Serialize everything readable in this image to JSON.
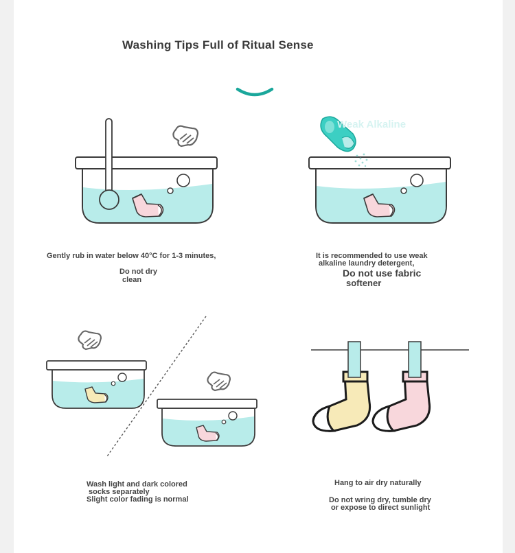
{
  "page": {
    "title": "Washing Tips Full of Ritual Sense"
  },
  "colors": {
    "water": "#b8ecea",
    "teal": "#1aa79b",
    "pink_sock": "#f8d7dc",
    "yellow_sock": "#f7eab8",
    "outline": "#3a3a3a"
  },
  "icons": [
    "hand-icon",
    "thermometer-icon",
    "detergent-cap-icon",
    "bubble-icon",
    "sock-icon",
    "clothespin-icon"
  ],
  "panels": {
    "temp": {
      "line1": "Gently rub in water below 40°C for 1-3 minutes,",
      "line2a": "Do not dry",
      "line2b": "clean"
    },
    "detergent": {
      "cap_label": "Weak Alkaline",
      "line1": "It is recommended to use weak",
      "line2": "alkaline laundry detergent,",
      "line3a": "Do not use fabric",
      "line3b": "softener"
    },
    "separate": {
      "line1": "Wash light and dark colored",
      "line2": "socks separately",
      "line3": "Slight color fading is normal"
    },
    "dry": {
      "line1": "Hang to air dry naturally",
      "line2": "Do not wring dry, tumble dry",
      "line3": "or expose to direct sunlight"
    }
  }
}
